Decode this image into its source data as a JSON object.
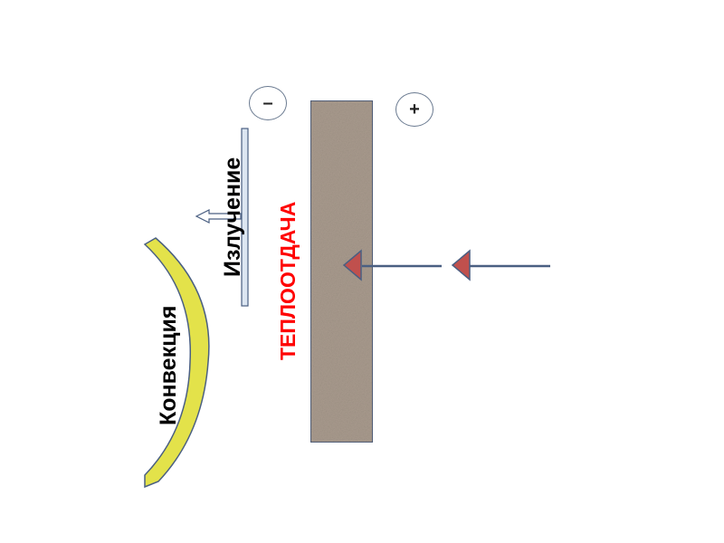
{
  "labels": {
    "convection": "Конвекция",
    "radiation": "Излучение",
    "heat_transfer": "ТЕПЛООТДАЧА"
  },
  "signs": {
    "minus": "–",
    "plus": "+"
  },
  "colors": {
    "wall_fill": "#a99b8e",
    "wall_border": "#4a5a78",
    "arrow_line": "#4a5f82",
    "arrow_head": "#c0504d",
    "convection_fill": "#e3e24a",
    "convection_border": "#4a5f82",
    "radiation_bar": "#dce6f2",
    "radiation_border": "#4a5f82",
    "heat_text": "#ff0000"
  }
}
